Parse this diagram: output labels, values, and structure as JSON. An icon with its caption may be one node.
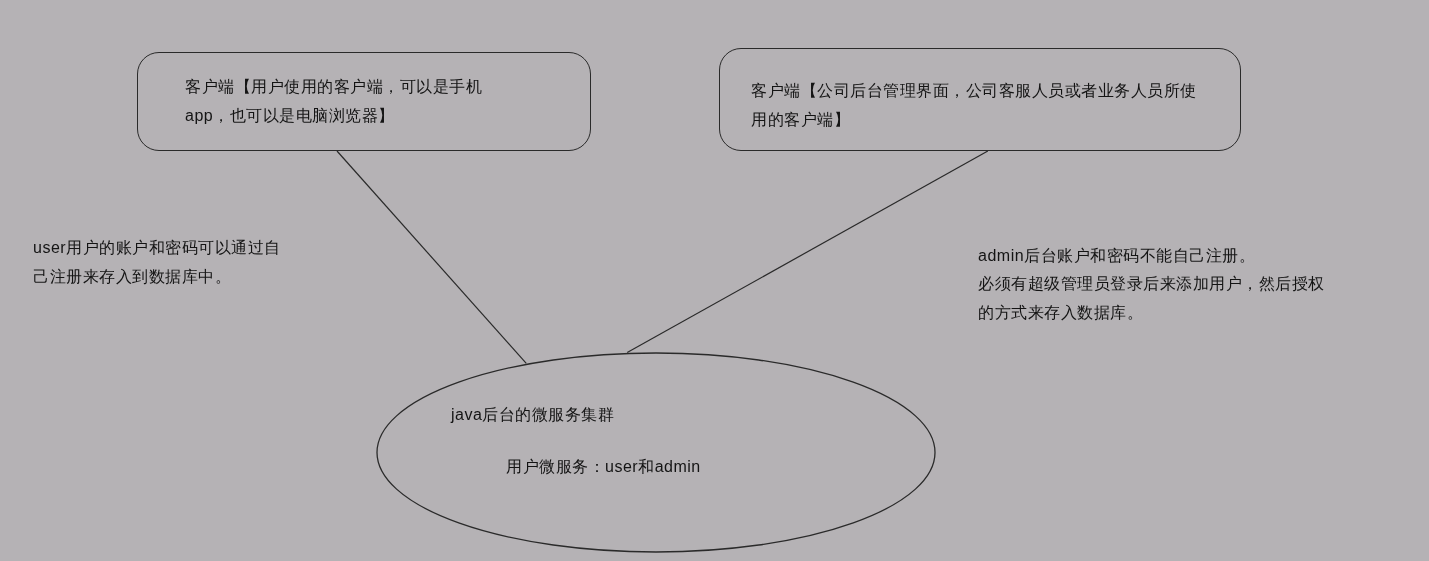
{
  "diagram": {
    "nodes": [
      {
        "text": [
          "客户端【用户使用的客户端，可以是手机app，也可以是电脑浏览器】"
        ]
      },
      {
        "text": [
          "客户端【公司后台管理界面，公司客服人员或者业务人员所使用的客户端】"
        ]
      },
      {
        "text": [
          "java后台的微服务集群",
          "用户微服务：user和admin"
        ]
      }
    ],
    "edges": [
      {
        "from": 0,
        "to": 2,
        "arrow": "none"
      },
      {
        "from": 1,
        "to": 2,
        "arrow": "none"
      }
    ],
    "labels": [
      "user用户的账户和密码可以通过自己注册来存入到数据库中。",
      "admin后台账户和密码不能自己注册。",
      "必须有超级管理员登录后来添加用户，然后授权的方式来存入数据库。"
    ]
  }
}
